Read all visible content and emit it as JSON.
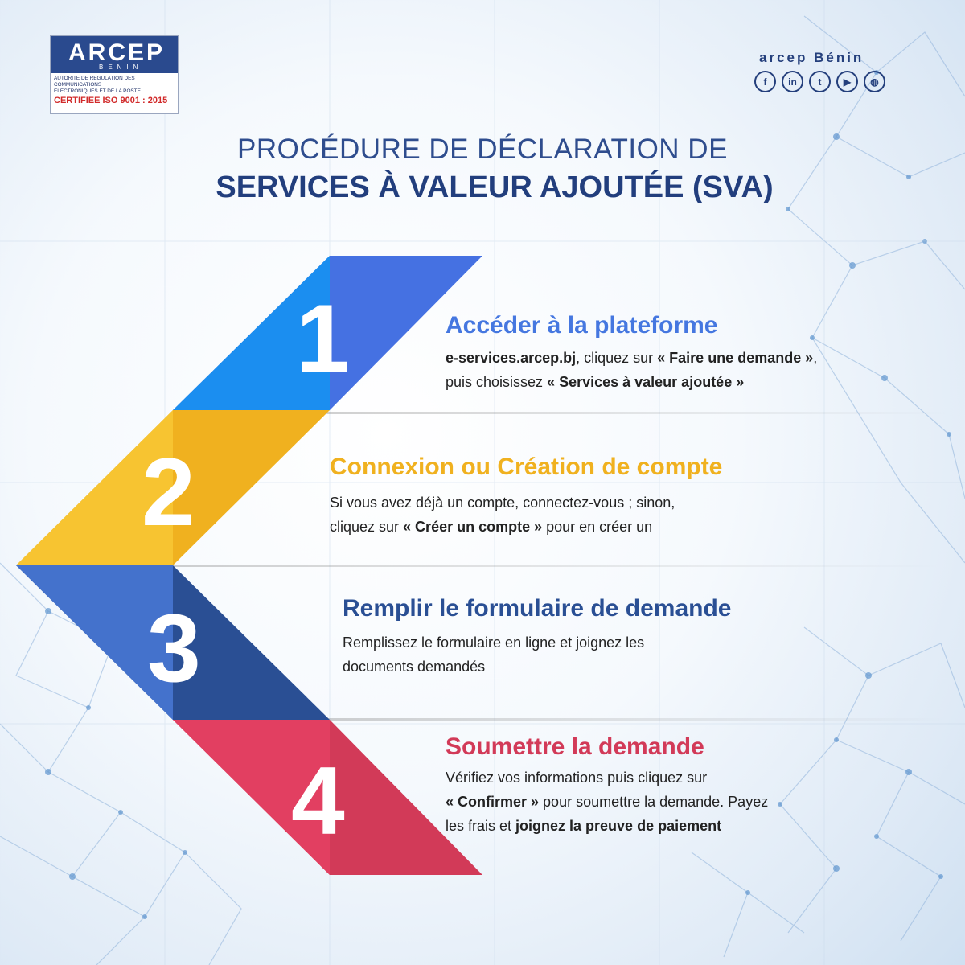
{
  "logo": {
    "word": "ARCEP",
    "sub": "BENIN",
    "line1": "AUTORITE DE REGULATION DES COMMUNICATIONS",
    "line2": "ELECTRONIQUES ET DE LA POSTE",
    "cert": "CERTIFIEE ISO 9001 : 2015"
  },
  "brand": "arcep Bénin",
  "socials": [
    "f",
    "in",
    "t",
    "▶",
    "◍"
  ],
  "title": {
    "line1": "PROCÉDURE DE DÉCLARATION DE",
    "line2": "SERVICES À VALEUR AJOUTÉE (SVA)"
  },
  "colors": {
    "step1": "#4577e0",
    "step2": "#f0b11f",
    "step3": "#2a4f94",
    "step4": "#d23a58"
  },
  "steps": [
    {
      "number": "1",
      "title": "Accéder à la plateforme",
      "d1_bold": "e-services.arcep.bj",
      "d1_text": ", cliquez sur ",
      "d1_bold2": " « Faire une demande »",
      "d1_text2": ",",
      "d2_text": "puis choisissez ",
      "d2_bold": " « Services à valeur ajoutée  »"
    },
    {
      "number": "2",
      "title": "Connexion ou Création de compte",
      "d1_text": "Si vous avez déjà un compte, connectez-vous ; sinon,",
      "d2_text": "cliquez sur ",
      "d2_bold": "« Créer un compte »",
      "d2_text2": " pour en créer un"
    },
    {
      "number": "3",
      "title": "Remplir le formulaire de demande",
      "d1_text": "Remplissez le formulaire en ligne et joignez les",
      "d2_text": "documents demandés"
    },
    {
      "number": "4",
      "title": "Soumettre la demande",
      "d1_text": "Vérifiez vos informations puis cliquez sur",
      "d2_bold": "« Confirmer »",
      "d2_text": " pour soumettre la demande. Payez",
      "d3_text": "les frais et ",
      "d3_bold": "joignez la preuve de paiement"
    }
  ]
}
